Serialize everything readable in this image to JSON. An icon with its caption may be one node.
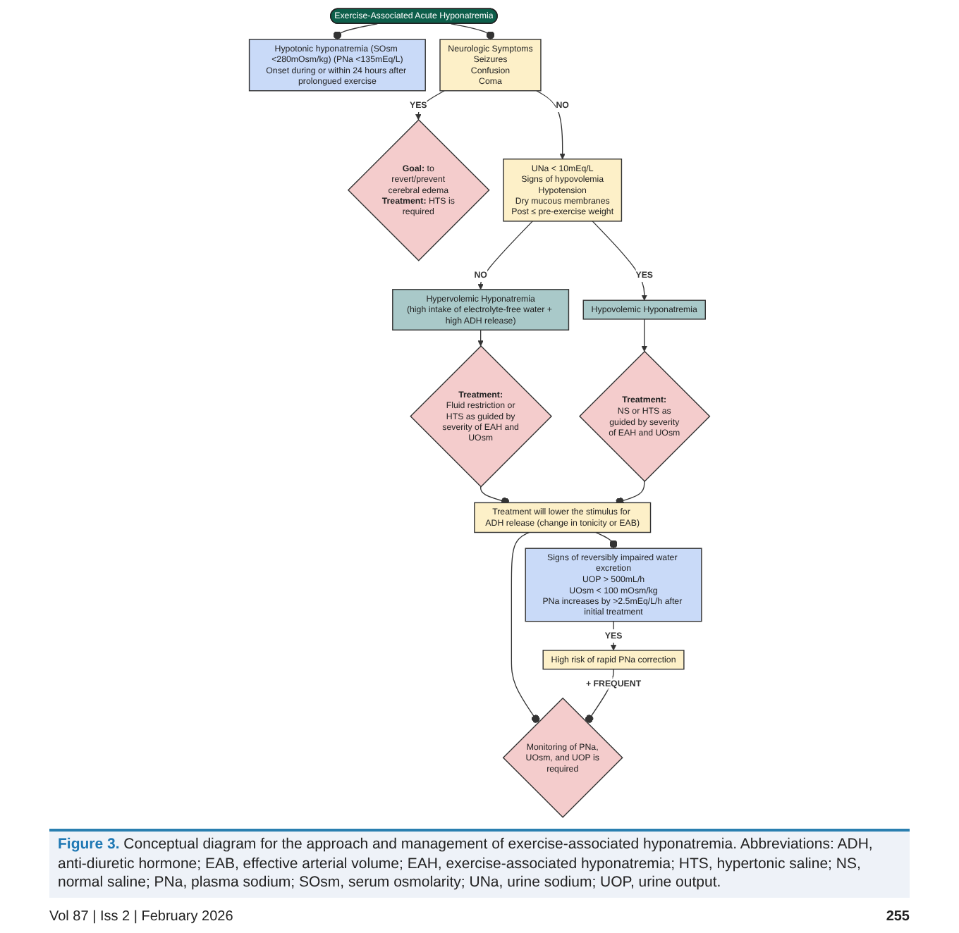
{
  "diagram": {
    "caption": "**Figure 3.** Conceptual diagram for the approach and management of exercise-associated hyponatremia. Abbreviations: ADH, anti-diuretic hormone; EAB, effective arterial volume; EAH, exercise-associated hyponatremia; HTS, hypertonic saline; NS, normal saline; PNa, plasma sodium; SOsm, serum osmolarity; UNa, urine sodium; UOP, urine output.",
    "nodes": [
      {
        "text": [
          "Hypotonic hyponatremia (SOsm <280mOsm/kg) (PNa <135mEq/L)",
          "Onset during or within 24 hours after prolongued exercise"
        ]
      },
      {
        "text": [
          "Exercise-Associated Acute Hyponatremia"
        ]
      },
      {
        "text": [
          "Neurologic Symptoms",
          "Seizures",
          "Confusion",
          "Coma"
        ]
      },
      {
        "text": [
          "**Goal:** to revert/prevent cerebral edema",
          "**Treatment:** HTS is required"
        ]
      },
      {
        "text": [
          "UNa < 10mEq/L",
          "Signs of hypovolemia",
          "Hypotension",
          "Dry mucous membranes",
          "Post ≤ pre-exercise weight"
        ]
      },
      {
        "text": [
          "Hypervolemic Hyponatremia",
          "(high intake of electrolyte-free water + high ADH release)"
        ]
      },
      {
        "text": [
          "Hypovolemic Hyponatremia"
        ]
      },
      {
        "text": [
          "Treatment:",
          "Fluid restriction or HTS as guided by severity of EAH and UOsm"
        ]
      },
      {
        "text": [
          "Treatment:",
          "NS or HTS as guided by severity of EAH and UOsm"
        ]
      },
      {
        "text": [
          "Treatment will lower the stimulus for ADH release (change in tonicity or EAB)"
        ]
      },
      {
        "text": [
          "Signs of reversibly impaired water excretion",
          "UOP > 500mL/h",
          "UOsm < 100 mOsm/kg",
          "PNa increases by >2.5mEq/L/h after initial treatment"
        ]
      },
      {
        "text": [
          "Monitoring of PNa, UOsm, and UOP is required"
        ]
      },
      {
        "text": [
          "High risk of rapid PNa correction"
        ]
      }
    ],
    "edges": [
      {
        "from": 1,
        "to": 0,
        "arrow": "other"
      },
      {
        "from": 1,
        "to": 2,
        "arrow": "other"
      },
      {
        "from": 2,
        "to": 3,
        "arrow": "to",
        "label": "YES"
      },
      {
        "from": 2,
        "to": 4,
        "arrow": "to",
        "label": "NO"
      },
      {
        "from": 4,
        "to": 5,
        "arrow": "to",
        "label": "NO"
      },
      {
        "from": 4,
        "to": 6,
        "arrow": "to",
        "label": "YES"
      },
      {
        "from": 5,
        "to": 7,
        "arrow": "to"
      },
      {
        "from": 6,
        "to": 8,
        "arrow": "to"
      },
      {
        "from": 7,
        "to": 9,
        "arrow": "other"
      },
      {
        "from": 8,
        "to": 9,
        "arrow": "other"
      },
      {
        "from": 9,
        "to": 10,
        "arrow": "other"
      },
      {
        "from": 9,
        "to": 11,
        "arrow": "other"
      },
      {
        "from": 10,
        "to": 12,
        "arrow": "to",
        "label": "YES"
      },
      {
        "from": 12,
        "to": 11,
        "arrow": "other",
        "label": "+ FREQUENT"
      }
    ],
    "labels": [
      "Vol 87 | Iss 2 | February 2026",
      "255"
    ]
  }
}
